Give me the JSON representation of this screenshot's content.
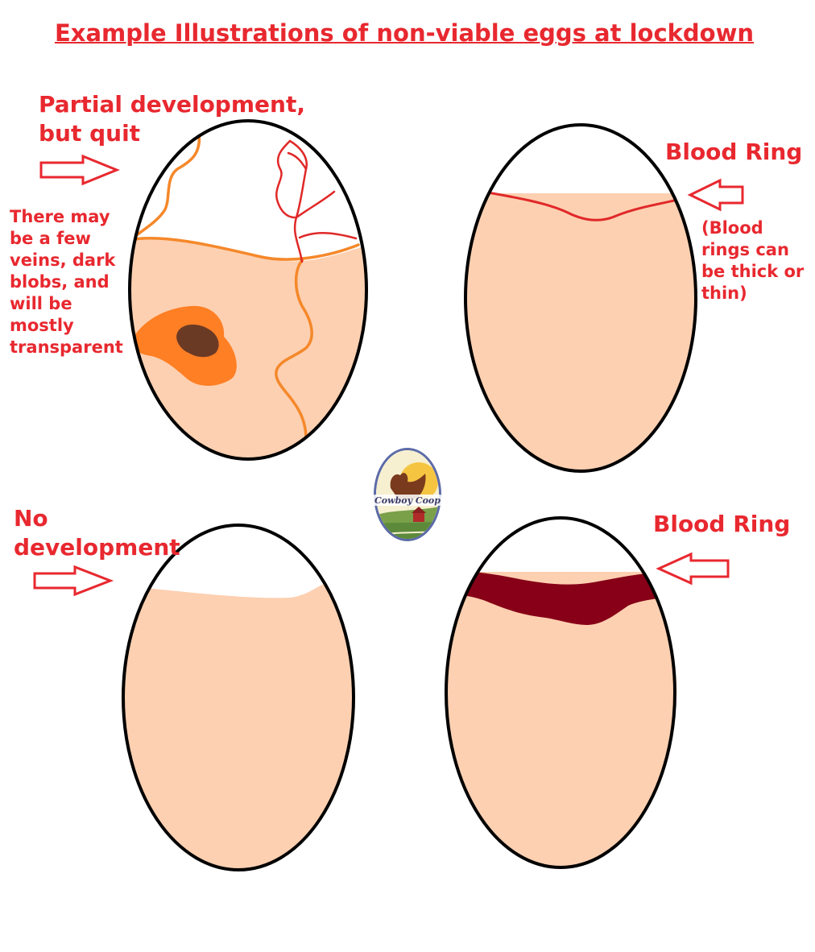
{
  "title": "Example Illustrations of non-viable eggs at lockdown",
  "eggs": [
    {
      "label_lines": [
        "Partial development,",
        "but quit"
      ],
      "note_lines": [
        "There may",
        "be a few",
        "veins, dark",
        "blobs, and",
        "will be",
        "mostly",
        "transparent"
      ]
    },
    {
      "label_lines": [
        "Blood Ring"
      ],
      "note_lines": [
        "(Blood",
        "rings can",
        "be thick or",
        "thin)"
      ]
    },
    {
      "label_lines": [
        "No",
        "development"
      ]
    },
    {
      "label_lines": [
        "Blood Ring"
      ]
    }
  ],
  "logo": {
    "text": "Cowboy Coop"
  },
  "colors": {
    "label_red": "#e8282f",
    "egg_fill": "#fdd0b1",
    "vein_orange": "#f5882a",
    "vein_red": "#e02828",
    "blob_orange": "#ff7f24",
    "blob_dark": "#6b3a24",
    "blood_ring_thick": "#870017"
  }
}
